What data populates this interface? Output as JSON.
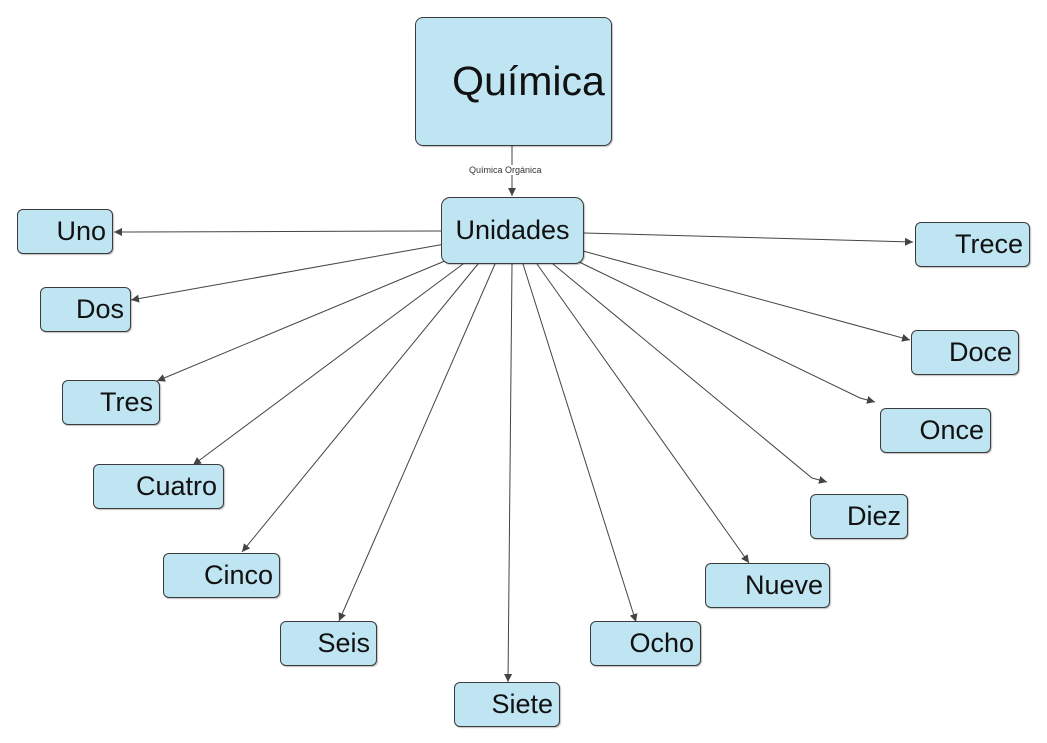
{
  "diagram": {
    "root": {
      "id": "quimica",
      "label": "Química"
    },
    "center": {
      "id": "unidades",
      "label": "Unidades"
    },
    "root_to_center_label": "Química Orgánica",
    "leaves": [
      {
        "id": "uno",
        "label": "Uno"
      },
      {
        "id": "dos",
        "label": "Dos"
      },
      {
        "id": "tres",
        "label": "Tres"
      },
      {
        "id": "cuatro",
        "label": "Cuatro"
      },
      {
        "id": "cinco",
        "label": "Cinco"
      },
      {
        "id": "seis",
        "label": "Seis"
      },
      {
        "id": "siete",
        "label": "Siete"
      },
      {
        "id": "ocho",
        "label": "Ocho"
      },
      {
        "id": "nueve",
        "label": "Nueve"
      },
      {
        "id": "diez",
        "label": "Diez"
      },
      {
        "id": "once",
        "label": "Once"
      },
      {
        "id": "doce",
        "label": "Doce"
      },
      {
        "id": "trece",
        "label": "Trece"
      }
    ],
    "colors": {
      "node_fill": "#bfe4f2",
      "node_border": "#3b3b3b",
      "edge": "#444444"
    }
  }
}
